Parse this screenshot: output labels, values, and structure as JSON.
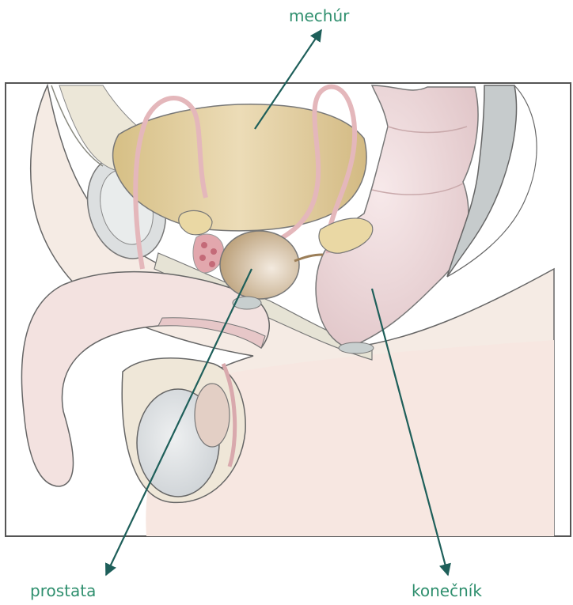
{
  "labels": {
    "bladder": "mechúr",
    "prostate": "prostata",
    "rectum": "konečník"
  },
  "colors": {
    "label_text": "#2f8f6e",
    "pointer": "#1e5f5a",
    "frame": "#555555",
    "bladder": "#d8c493",
    "prostate": "#c2a582",
    "rectum": "#ead2d3",
    "skin": "#f4e9e2",
    "tube": "#e8c1c4",
    "bone": "#dfe2e2"
  }
}
